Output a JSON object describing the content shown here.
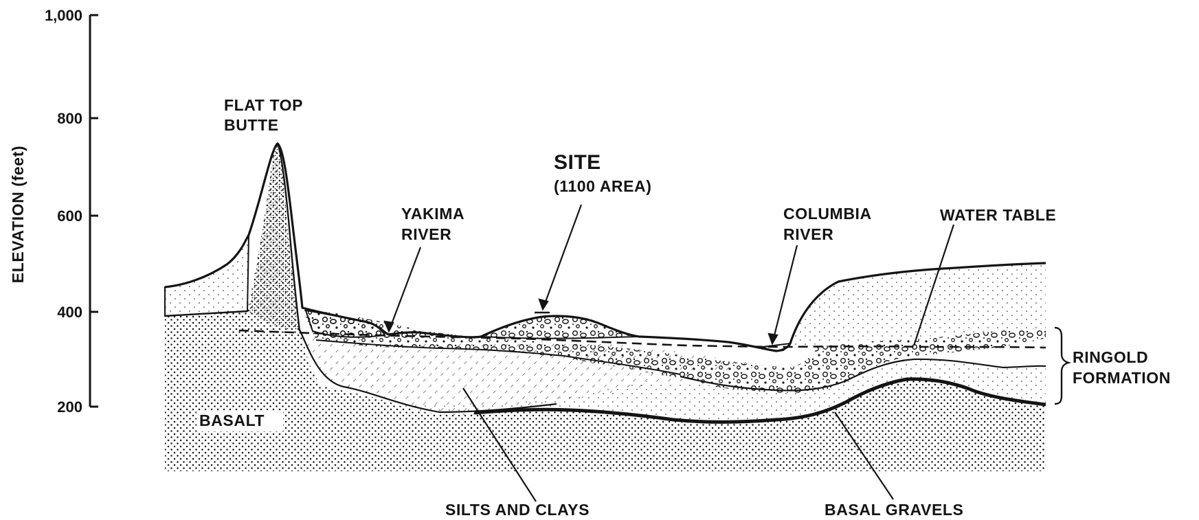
{
  "y_axis": {
    "label": "ELEVATION (feet)",
    "ticks": [
      "1,000",
      "800",
      "600",
      "400",
      "200"
    ]
  },
  "labels": {
    "flat_top_butte": [
      "FLAT TOP",
      "BUTTE"
    ],
    "site_title": "SITE",
    "site_sub": "(1100 AREA)",
    "yakima_river": [
      "YAKIMA",
      "RIVER"
    ],
    "columbia_river": [
      "COLUMBIA",
      "RIVER"
    ],
    "water_table": "WATER TABLE",
    "ringold_formation": [
      "RINGOLD",
      "FORMATION"
    ],
    "basalt": "BASALT",
    "silts_and_clays": "SILTS AND CLAYS",
    "basal_gravels": "BASAL GRAVELS"
  },
  "colors": {
    "ink": "#141414",
    "paper": "#ffffff"
  }
}
